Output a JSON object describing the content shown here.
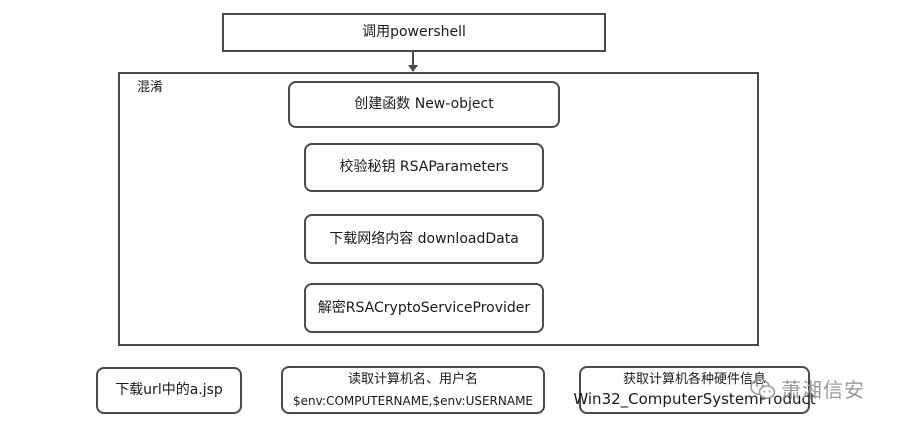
{
  "top": {
    "label": "调用powershell"
  },
  "obfuscation": {
    "title": "混淆",
    "steps": [
      "创建函数 New-object",
      "校验秘钥 RSAParameters",
      "下载网络内容 downloadData",
      "解密RSACryptoServiceProvider"
    ]
  },
  "bottom": {
    "download": "下载url中的a.jsp",
    "read_name": {
      "line1": "读取计算机名、用户名",
      "line2": "$env:COMPUTERNAME,$env:USERNAME"
    },
    "hardware": {
      "line1": "获取计算机各种硬件信息",
      "line2": "Win32_ComputerSystemProduct"
    }
  },
  "watermark": {
    "text": "萧湘信安"
  }
}
